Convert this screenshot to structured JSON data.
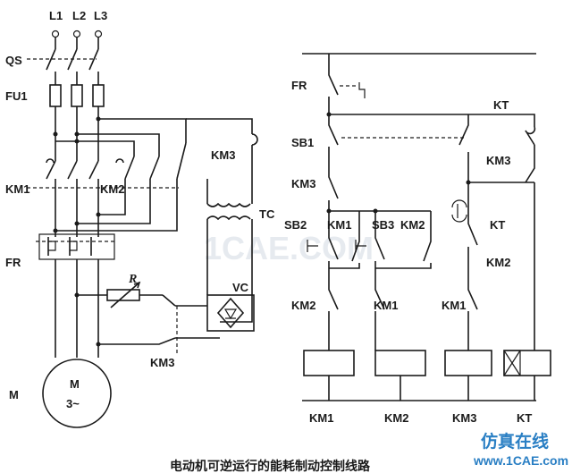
{
  "labels": {
    "L1": "L1",
    "L2": "L2",
    "L3": "L3",
    "QS": "QS",
    "FU1": "FU1",
    "KM1": "KM1",
    "KM2": "KM2",
    "KM3": "KM3",
    "FR": "FR",
    "R": "R",
    "VC": "VC",
    "TC": "TC",
    "motor_m": "M",
    "motor_m2": "M",
    "motor_3": "3~"
  },
  "control_labels": {
    "FR": "FR",
    "SB1": "SB1",
    "KM3": "KM3",
    "SB2": "SB2",
    "KM1": "KM1",
    "SB3": "SB3",
    "KM2": "KM2",
    "KT": "KT",
    "KT_top": "KT",
    "KM3_right": "KM3",
    "KT_mid": "KT",
    "KM2_right": "KM2",
    "KM2_lo": "KM2",
    "KM1_lo": "KM1",
    "KM1_lo2": "KM1"
  },
  "coils": [
    "KM1",
    "KM2",
    "KM3",
    "KT"
  ],
  "caption": "电动机可逆运行的能耗制动控制线路",
  "watermark": {
    "cn": "仿真在线",
    "url": "www.1CAE.com",
    "bg": "1CAE.COM"
  }
}
